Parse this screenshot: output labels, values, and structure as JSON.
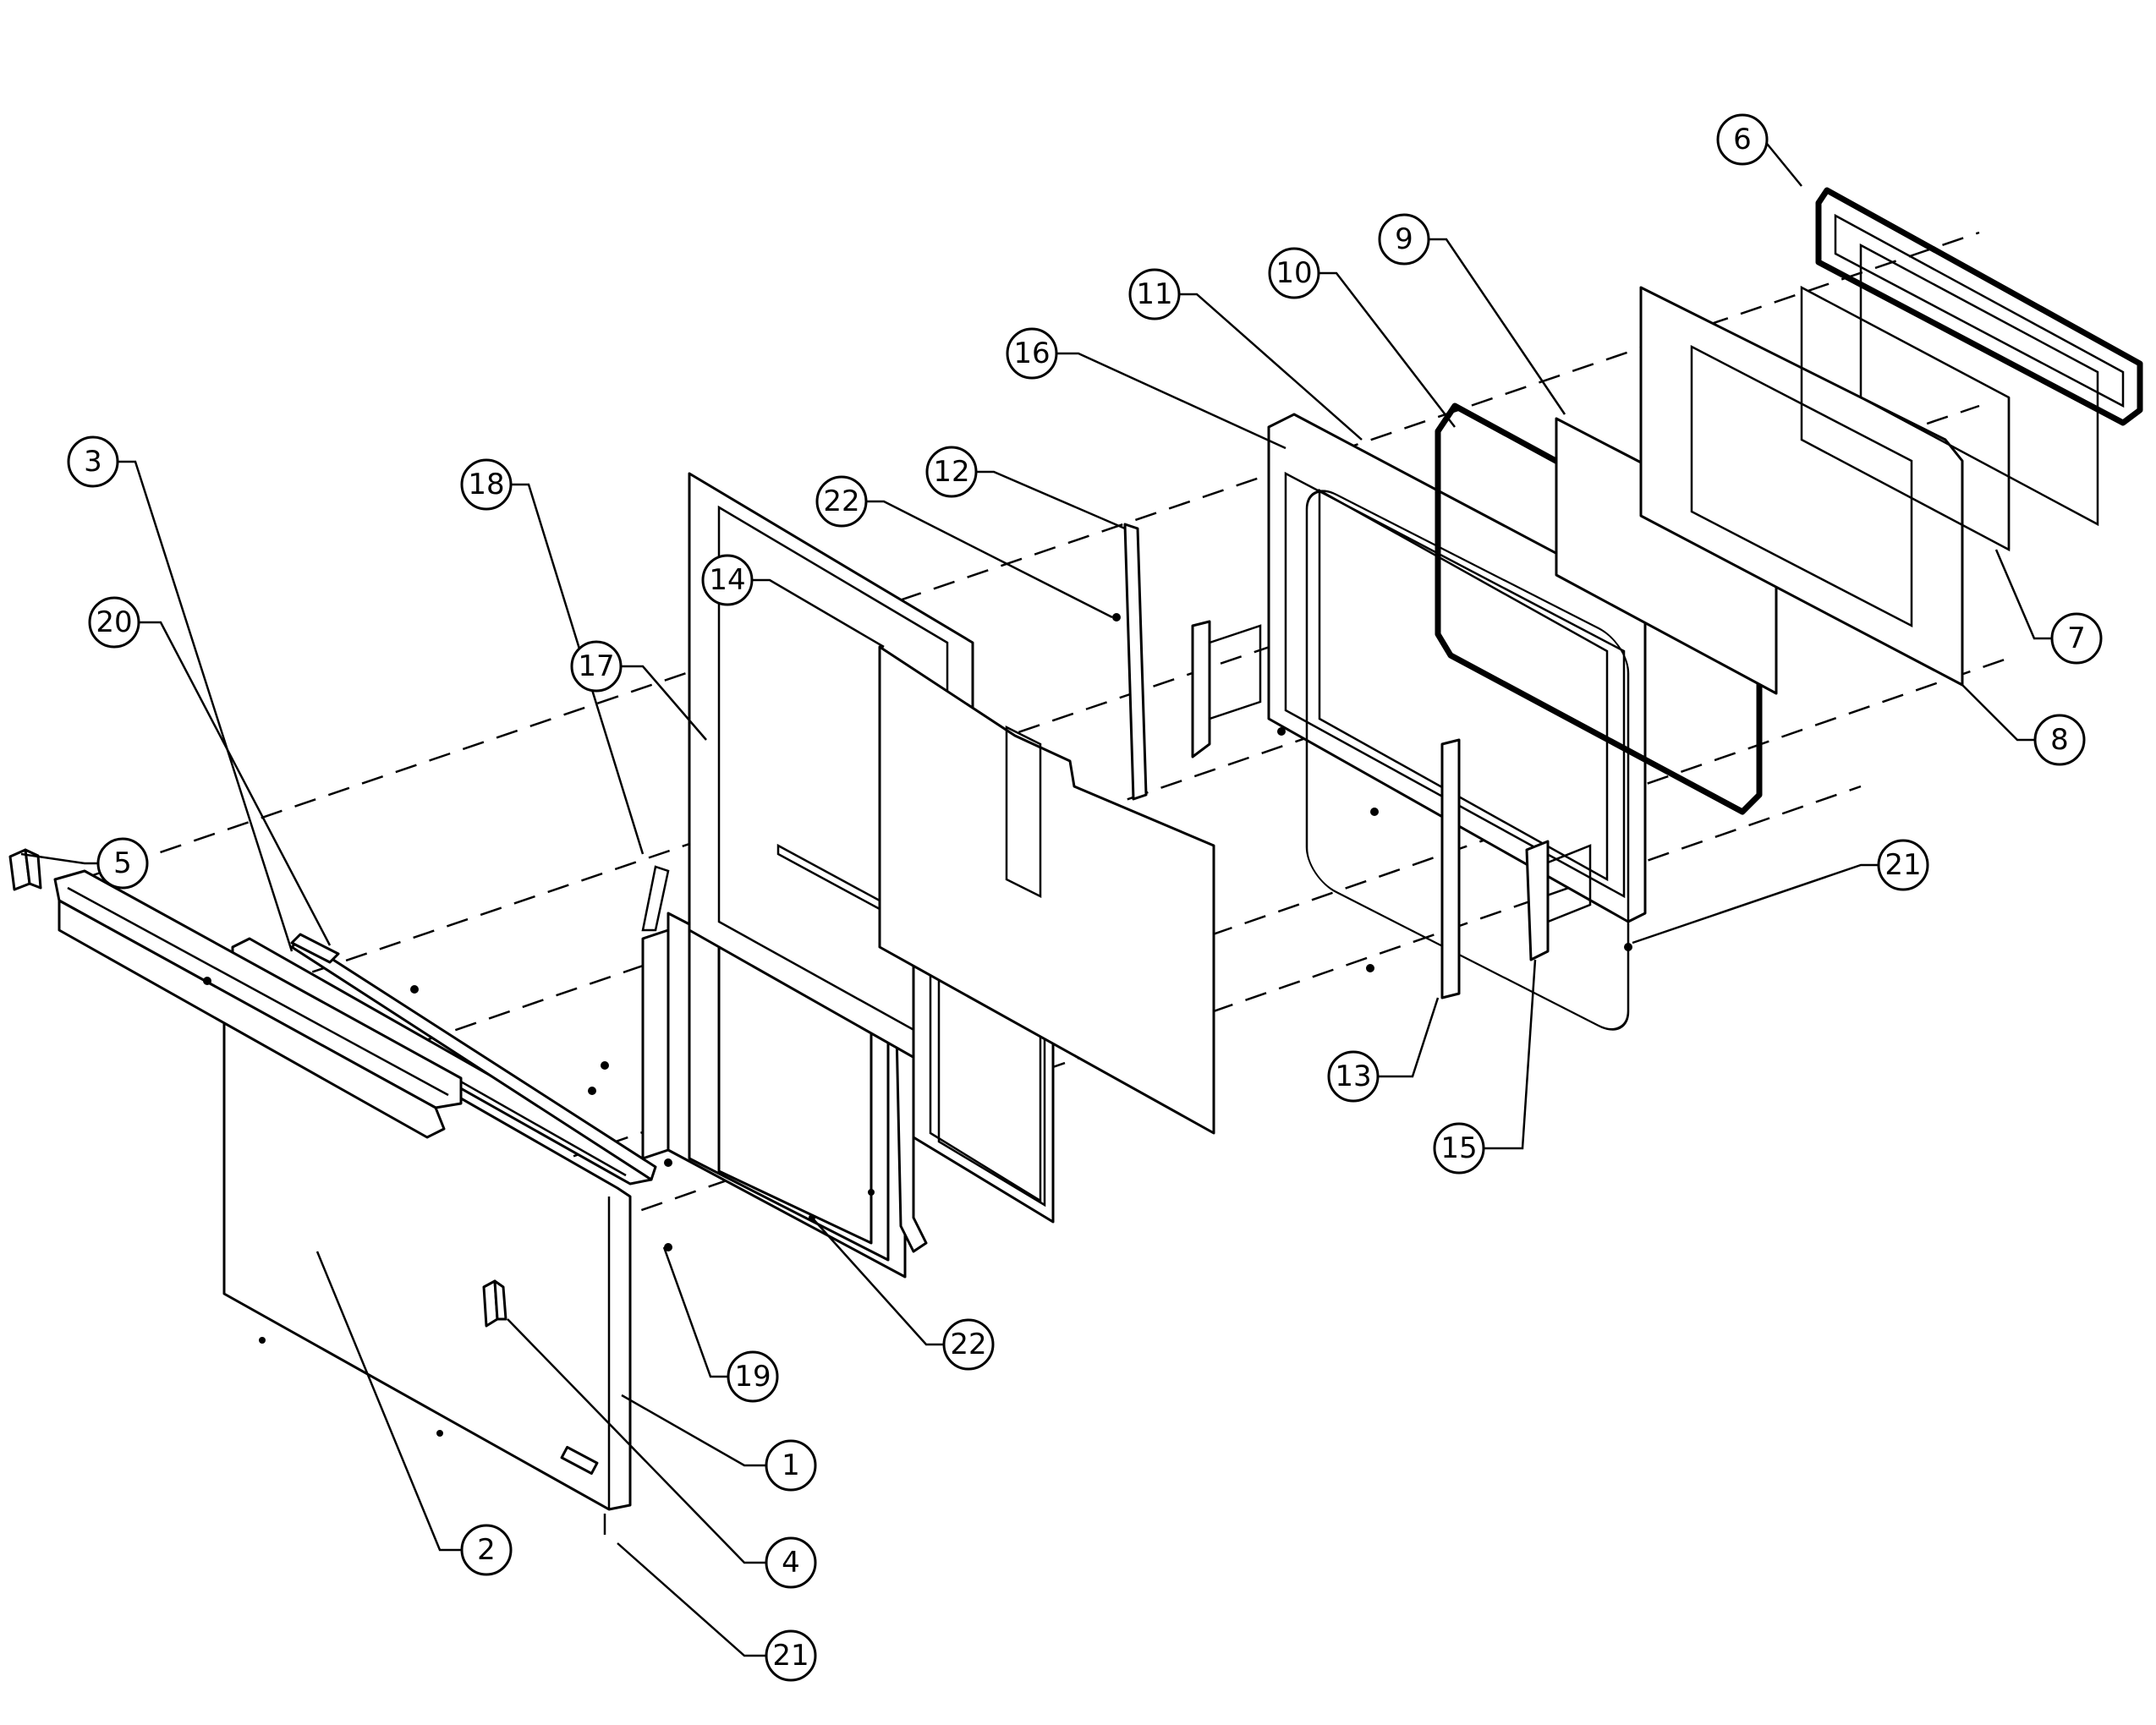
{
  "callouts": [
    {
      "id": "c6",
      "label": "6"
    },
    {
      "id": "c9",
      "label": "9"
    },
    {
      "id": "c10",
      "label": "10"
    },
    {
      "id": "c11",
      "label": "11"
    },
    {
      "id": "c16",
      "label": "16"
    },
    {
      "id": "c12",
      "label": "12"
    },
    {
      "id": "c22a",
      "label": "22"
    },
    {
      "id": "c14",
      "label": "14"
    },
    {
      "id": "c20",
      "label": "20"
    },
    {
      "id": "c17",
      "label": "17"
    },
    {
      "id": "c3",
      "label": "3"
    },
    {
      "id": "c18",
      "label": "18"
    },
    {
      "id": "c5",
      "label": "5"
    },
    {
      "id": "c7",
      "label": "7"
    },
    {
      "id": "c8",
      "label": "8"
    },
    {
      "id": "c21a",
      "label": "21"
    },
    {
      "id": "c13",
      "label": "13"
    },
    {
      "id": "c15",
      "label": "15"
    },
    {
      "id": "c22b",
      "label": "22"
    },
    {
      "id": "c19",
      "label": "19"
    },
    {
      "id": "c1",
      "label": "1"
    },
    {
      "id": "c2",
      "label": "2"
    },
    {
      "id": "c4",
      "label": "4"
    },
    {
      "id": "c21b",
      "label": "21"
    }
  ]
}
